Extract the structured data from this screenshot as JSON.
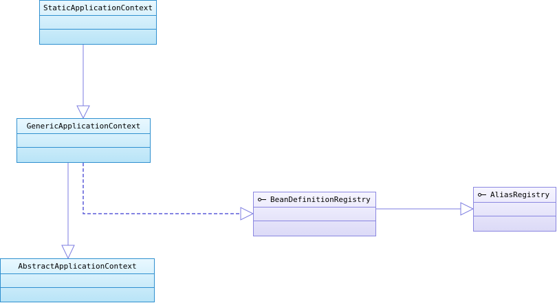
{
  "classes": {
    "static_app_ctx": {
      "name": "StaticApplicationContext"
    },
    "generic_app_ctx": {
      "name": "GenericApplicationContext"
    },
    "abstract_app_ctx": {
      "name": "AbstractApplicationContext"
    },
    "bean_def_registry": {
      "name": "BeanDefinitionRegistry"
    },
    "alias_registry": {
      "name": "AliasRegistry"
    }
  },
  "colors": {
    "class_border": "#2e8fcf",
    "interface_border": "#8a86e0",
    "line": "#7b7be0"
  }
}
